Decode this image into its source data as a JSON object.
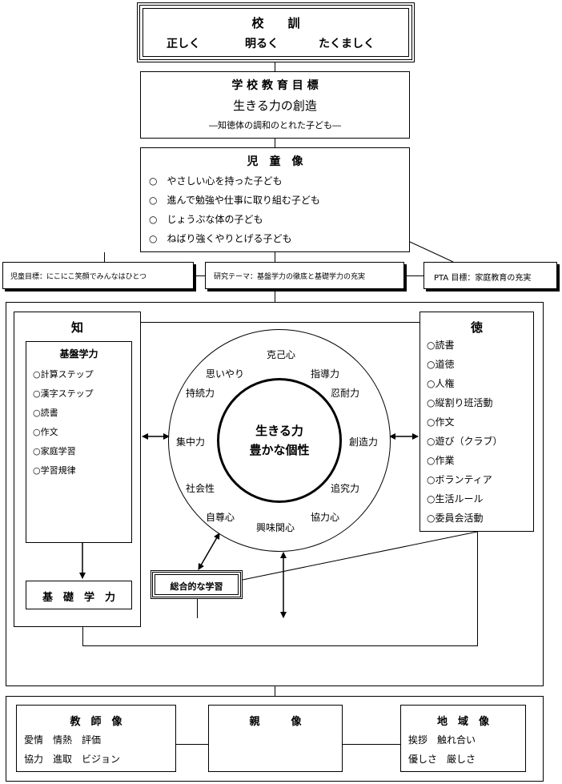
{
  "motto": {
    "title": "校　　訓",
    "items": [
      "正しく",
      "明るく",
      "たくましく"
    ]
  },
  "school_goal": {
    "title": "学 校 教 育 目 標",
    "main": "生きる力の創造",
    "sub": "―知徳体の調和のとれた子ども―"
  },
  "child_image": {
    "title": "児　童　像",
    "items": [
      "○　やさしい心を持った子ども",
      "○　進んで勉強や仕事に取り組む子ども",
      "○　じょうぶな体の子ども",
      "○　ねばり強くやりとげる子ども"
    ]
  },
  "goal_row": {
    "child_goal": "児童目標：にこにこ笑顔でみんなはひとつ",
    "research_theme": "研究テーマ：基盤学力の徹底と基礎学力の充実",
    "pta_goal": "PTA 目標：家庭教育の充実"
  },
  "chi": {
    "title": "知",
    "kiban_title": "基盤学力",
    "kiban_items": [
      "○計算ステップ",
      "○漢字ステップ",
      "○読書",
      "○作文",
      "○家庭学習",
      "○学習規律"
    ],
    "kiso": "基　礎　学　力"
  },
  "toku": {
    "title": "徳",
    "items": [
      "○読書",
      "○道徳",
      "○人権",
      "○縦割り班活動",
      "○作文",
      "○遊び（クラブ）",
      "○作業",
      "○ボランティア",
      "○生活ルール",
      "○委員会活動"
    ]
  },
  "center": {
    "line1": "生きる力",
    "line2": "豊かな個性",
    "traits": {
      "kokki": "克己心",
      "omoiyari": "思いやり",
      "shido": "指導力",
      "jizoku": "持続力",
      "nintai": "忍耐力",
      "shuchu": "集中力",
      "sozo": "創造力",
      "shakai": "社会性",
      "tsuikyu": "追究力",
      "jison": "自尊心",
      "kyoryoku": "協力心",
      "kyomi": "興味関心"
    }
  },
  "sogo": "総合的な学習",
  "bottom": {
    "teacher": {
      "title": "教　師　像",
      "line1": "愛情　情熱　評価",
      "line2": "協力　進取　ビジョン"
    },
    "parent": {
      "title": "親　　　像"
    },
    "community": {
      "title": "地　域　像",
      "line1": "挨拶　触れ合い",
      "line2": "優しさ　厳しさ"
    }
  }
}
